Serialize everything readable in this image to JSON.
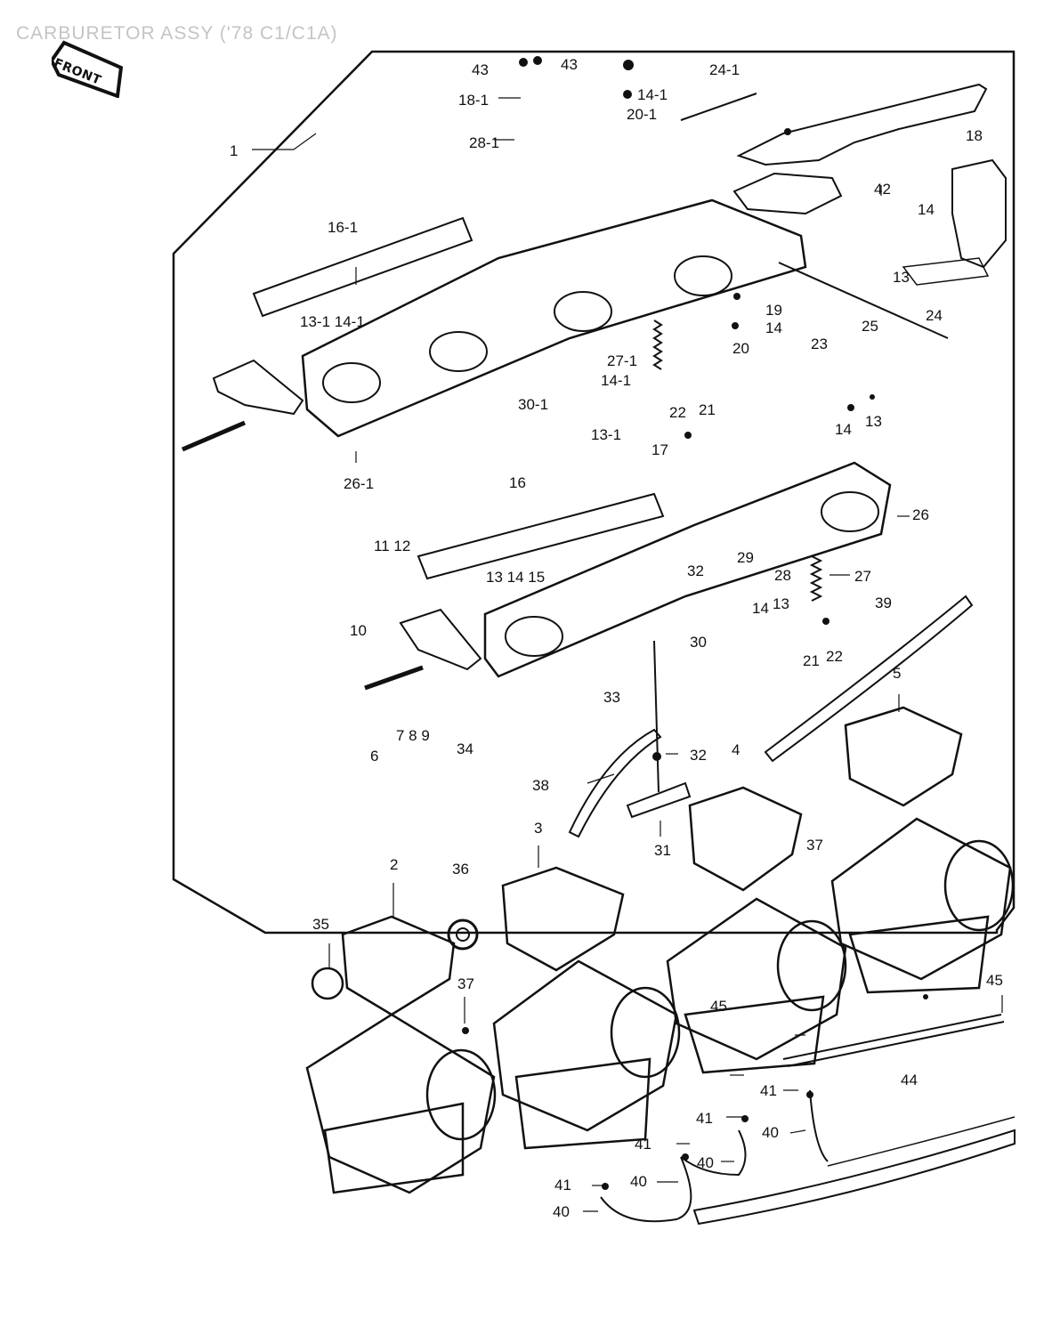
{
  "header": {
    "title": "CARBURETOR ASSY ('78 C1/C1A)"
  },
  "front_badge": {
    "text": "FRONT"
  },
  "callouts": [
    {
      "id": "43a",
      "text": "43"
    },
    {
      "id": "43b",
      "text": "43"
    },
    {
      "id": "24-1",
      "text": "24-1"
    },
    {
      "id": "18-1",
      "text": "18-1"
    },
    {
      "id": "14-1a",
      "text": "14-1"
    },
    {
      "id": "20-1",
      "text": "20-1"
    },
    {
      "id": "28-1",
      "text": "28-1"
    },
    {
      "id": "18",
      "text": "18"
    },
    {
      "id": "1",
      "text": "1"
    },
    {
      "id": "42",
      "text": "42"
    },
    {
      "id": "14a",
      "text": "14"
    },
    {
      "id": "16-1",
      "text": "16-1"
    },
    {
      "id": "13a",
      "text": "13"
    },
    {
      "id": "13-1-14-1",
      "text": "13-1 14-1"
    },
    {
      "id": "19",
      "text": "19"
    },
    {
      "id": "14b",
      "text": "14"
    },
    {
      "id": "20",
      "text": "20"
    },
    {
      "id": "25",
      "text": "25"
    },
    {
      "id": "24",
      "text": "24"
    },
    {
      "id": "23",
      "text": "23"
    },
    {
      "id": "27-1",
      "text": "27-1"
    },
    {
      "id": "14-1b",
      "text": "14-1"
    },
    {
      "id": "30-1",
      "text": "30-1"
    },
    {
      "id": "22a",
      "text": "22"
    },
    {
      "id": "21a",
      "text": "21"
    },
    {
      "id": "13b",
      "text": "13"
    },
    {
      "id": "13-1",
      "text": "13-1"
    },
    {
      "id": "17",
      "text": "17"
    },
    {
      "id": "14c",
      "text": "14"
    },
    {
      "id": "26-1",
      "text": "26-1"
    },
    {
      "id": "16",
      "text": "16"
    },
    {
      "id": "26",
      "text": "26"
    },
    {
      "id": "11-12",
      "text": "11 12"
    },
    {
      "id": "29",
      "text": "29"
    },
    {
      "id": "28",
      "text": "28"
    },
    {
      "id": "27",
      "text": "27"
    },
    {
      "id": "32a",
      "text": "32"
    },
    {
      "id": "13-14-15",
      "text": "13 14 15"
    },
    {
      "id": "39",
      "text": "39"
    },
    {
      "id": "14d",
      "text": "14"
    },
    {
      "id": "13c",
      "text": "13"
    },
    {
      "id": "10",
      "text": "10"
    },
    {
      "id": "30",
      "text": "30"
    },
    {
      "id": "21b",
      "text": "21"
    },
    {
      "id": "22b",
      "text": "22"
    },
    {
      "id": "5",
      "text": "5"
    },
    {
      "id": "33",
      "text": "33"
    },
    {
      "id": "6",
      "text": "6"
    },
    {
      "id": "7-8-9",
      "text": "7 8 9"
    },
    {
      "id": "34",
      "text": "34"
    },
    {
      "id": "32b",
      "text": "32"
    },
    {
      "id": "4",
      "text": "4"
    },
    {
      "id": "38",
      "text": "38"
    },
    {
      "id": "3",
      "text": "3"
    },
    {
      "id": "31",
      "text": "31"
    },
    {
      "id": "37a",
      "text": "37"
    },
    {
      "id": "2",
      "text": "2"
    },
    {
      "id": "36",
      "text": "36"
    },
    {
      "id": "35",
      "text": "35"
    },
    {
      "id": "37b",
      "text": "37"
    },
    {
      "id": "45a",
      "text": "45"
    },
    {
      "id": "45b",
      "text": "45"
    },
    {
      "id": "44",
      "text": "44"
    },
    {
      "id": "41a",
      "text": "41"
    },
    {
      "id": "41b",
      "text": "41"
    },
    {
      "id": "40a",
      "text": "40"
    },
    {
      "id": "41c",
      "text": "41"
    },
    {
      "id": "40b",
      "text": "40"
    },
    {
      "id": "41d",
      "text": "41"
    },
    {
      "id": "40c",
      "text": "40"
    },
    {
      "id": "40d",
      "text": "40"
    }
  ]
}
